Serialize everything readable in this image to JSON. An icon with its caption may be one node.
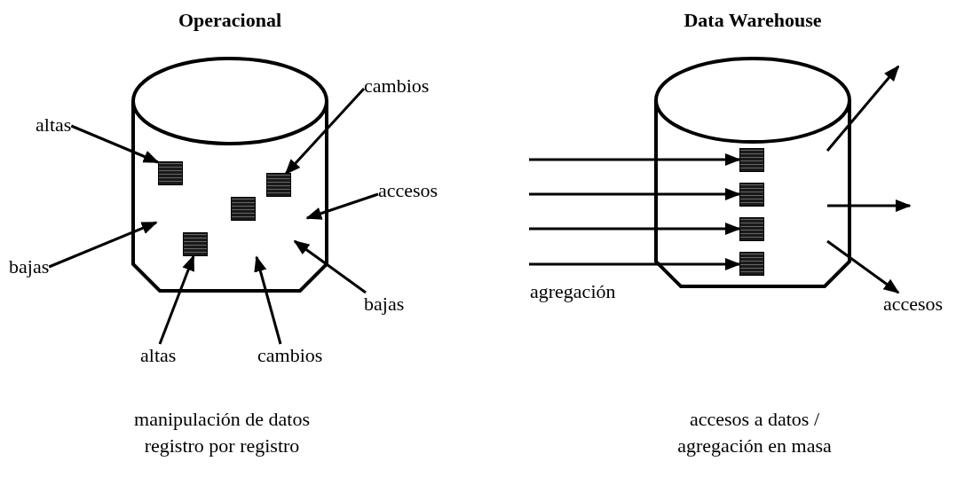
{
  "diagram": {
    "nodes": [
      {
        "text": [
          "Operacional"
        ]
      },
      {
        "text": [],
        "shape": "box",
        "in": 0
      },
      {
        "text": [],
        "shape": "box",
        "in": 0
      },
      {
        "text": [],
        "shape": "box",
        "in": 0
      },
      {
        "text": [],
        "shape": "box",
        "in": 0
      },
      {
        "text": [
          "altas"
        ]
      },
      {
        "text": [
          "cambios"
        ]
      },
      {
        "text": [
          "accesos"
        ]
      },
      {
        "text": [
          "bajas"
        ]
      },
      {
        "text": [
          "bajas"
        ]
      },
      {
        "text": [
          "altas"
        ]
      },
      {
        "text": [
          "cambios"
        ]
      },
      {
        "text": [
          "Data Warehouse"
        ]
      },
      {
        "text": [],
        "shape": "box",
        "in": 12
      },
      {
        "text": [],
        "shape": "box",
        "in": 12
      },
      {
        "text": [],
        "shape": "box",
        "in": 12
      },
      {
        "text": [],
        "shape": "box",
        "in": 12
      },
      {
        "text": [
          "accesos"
        ]
      }
    ],
    "edges": [
      {
        "from": 5,
        "to": 1,
        "arrow": "to"
      },
      {
        "from": 6,
        "to": 2,
        "arrow": "to"
      },
      {
        "from": 7,
        "to": 0,
        "arrow": "to"
      },
      {
        "from": 8,
        "to": 0,
        "arrow": "to"
      },
      {
        "from": 9,
        "to": 0,
        "arrow": "to"
      },
      {
        "from": 10,
        "to": 4,
        "arrow": "to"
      },
      {
        "from": 11,
        "to": 0,
        "arrow": "to"
      },
      {
        "from": null,
        "to": 13,
        "arrow": "to"
      },
      {
        "from": null,
        "to": 14,
        "arrow": "to"
      },
      {
        "from": null,
        "to": 15,
        "arrow": "to"
      },
      {
        "from": null,
        "to": 16,
        "arrow": "to"
      },
      {
        "from": 12,
        "to": null,
        "arrow": "to"
      },
      {
        "from": 12,
        "to": null,
        "arrow": "to"
      },
      {
        "from": 12,
        "to": 17,
        "arrow": "to"
      }
    ],
    "labels": [
      "agregación",
      "manipulación de datos registro por registro",
      "accesos a datos / agregación en masa"
    ]
  }
}
